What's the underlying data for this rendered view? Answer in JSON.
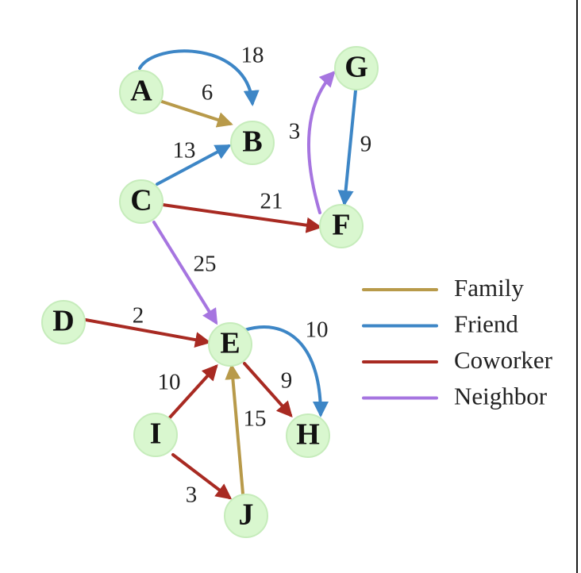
{
  "colors": {
    "family": "#b89a4a",
    "friend": "#3d86c6",
    "coworker": "#a82a22",
    "neighbor": "#a675e0",
    "node_fill": "#d9f7cf"
  },
  "nodes": [
    {
      "id": "A",
      "label": "A"
    },
    {
      "id": "B",
      "label": "B"
    },
    {
      "id": "C",
      "label": "C"
    },
    {
      "id": "D",
      "label": "D"
    },
    {
      "id": "E",
      "label": "E"
    },
    {
      "id": "F",
      "label": "F"
    },
    {
      "id": "G",
      "label": "G"
    },
    {
      "id": "H",
      "label": "H"
    },
    {
      "id": "I",
      "label": "I"
    },
    {
      "id": "J",
      "label": "J"
    }
  ],
  "edges": [
    {
      "from": "A",
      "to": "B",
      "type": "friend",
      "weight": "18"
    },
    {
      "from": "A",
      "to": "B",
      "type": "family",
      "weight": "6"
    },
    {
      "from": "C",
      "to": "B",
      "type": "friend",
      "weight": "13"
    },
    {
      "from": "C",
      "to": "F",
      "type": "coworker",
      "weight": "21"
    },
    {
      "from": "C",
      "to": "E",
      "type": "neighbor",
      "weight": "25"
    },
    {
      "from": "F",
      "to": "G",
      "type": "neighbor",
      "weight": "3"
    },
    {
      "from": "G",
      "to": "F",
      "type": "friend",
      "weight": "9"
    },
    {
      "from": "D",
      "to": "E",
      "type": "coworker",
      "weight": "2"
    },
    {
      "from": "E",
      "to": "H",
      "type": "friend",
      "weight": "10"
    },
    {
      "from": "E",
      "to": "H",
      "type": "coworker",
      "weight": "9"
    },
    {
      "from": "I",
      "to": "E",
      "type": "coworker",
      "weight": "10"
    },
    {
      "from": "I",
      "to": "J",
      "type": "coworker",
      "weight": "3"
    },
    {
      "from": "J",
      "to": "E",
      "type": "family",
      "weight": "15"
    }
  ],
  "legend": [
    {
      "type": "family",
      "label": "Family"
    },
    {
      "type": "friend",
      "label": "Friend"
    },
    {
      "type": "coworker",
      "label": "Coworker"
    },
    {
      "type": "neighbor",
      "label": "Neighbor"
    }
  ]
}
